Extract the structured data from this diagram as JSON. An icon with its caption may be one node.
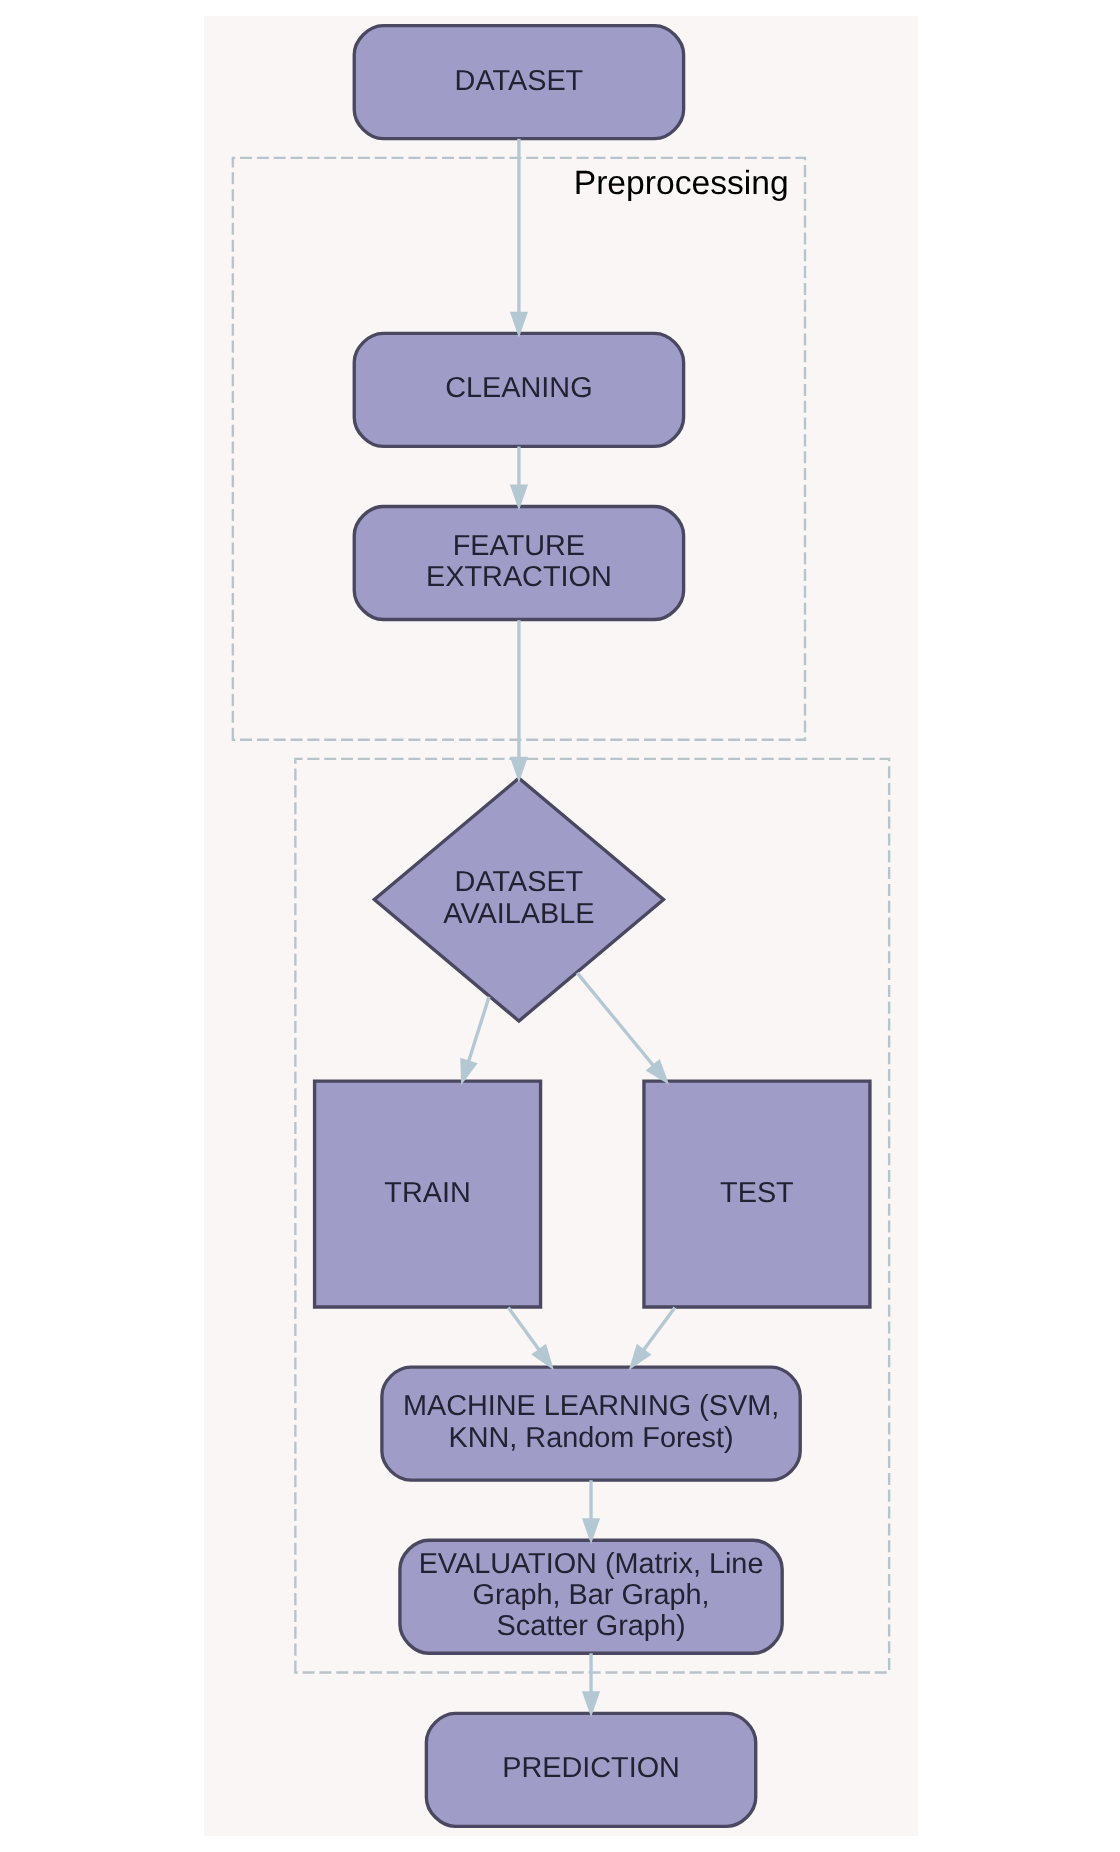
{
  "diagram": {
    "nodes": [
      {
        "text": [
          "DATASET"
        ]
      },
      {
        "text": [
          "Preprocessing"
        ]
      },
      {
        "text": [
          "CLEANING"
        ],
        "in": 1
      },
      {
        "text": [
          "FEATURE EXTRACTION"
        ],
        "in": 1
      },
      {
        "text": [],
        "shape": "box"
      },
      {
        "text": [
          "DATASET AVAILABLE"
        ],
        "in": 4
      },
      {
        "text": [
          "TRAIN"
        ],
        "in": 4
      },
      {
        "text": [
          "TEST"
        ],
        "in": 4
      },
      {
        "text": [
          "MACHINE LEARNING (SVM, KNN, Random Forest)"
        ],
        "in": 4
      },
      {
        "text": [
          "EVALUATION (Matrix, Line Graph, Bar Graph, Scatter Graph)"
        ],
        "in": 4
      },
      {
        "text": [
          "PREDICTION"
        ]
      }
    ],
    "edges": [
      {
        "from": 0,
        "to": 2,
        "arrow": "to"
      },
      {
        "from": 2,
        "to": 3,
        "arrow": "to"
      },
      {
        "from": 3,
        "to": 5,
        "arrow": "to"
      },
      {
        "from": 5,
        "to": 6,
        "arrow": "to"
      },
      {
        "from": 5,
        "to": 7,
        "arrow": "to"
      },
      {
        "from": 6,
        "to": 8,
        "arrow": "to"
      },
      {
        "from": 7,
        "to": 8,
        "arrow": "to"
      },
      {
        "from": 8,
        "to": 9,
        "arrow": "to"
      },
      {
        "from": 9,
        "to": 10,
        "arrow": "to"
      }
    ]
  }
}
